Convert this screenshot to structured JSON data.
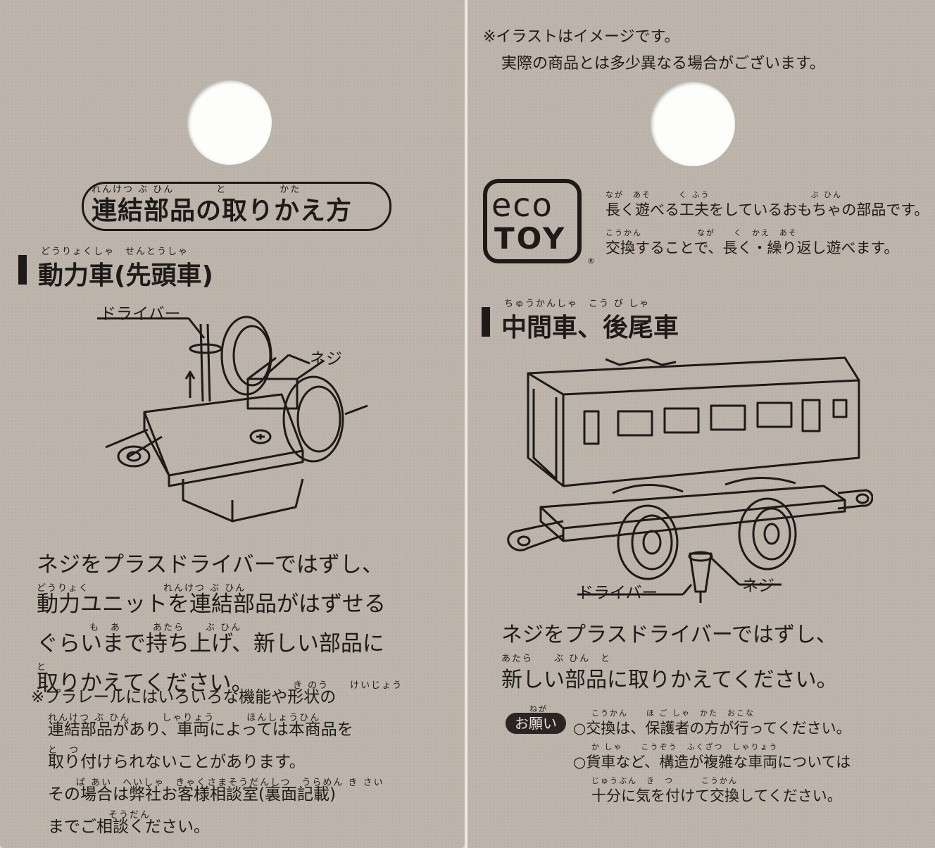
{
  "left": {
    "title_ruby": "れんけつ ぶ ひん　　　　と　　　　　かた",
    "title": "連結部品の取りかえ方",
    "section_ruby": "どうりょくしゃ　せんとうしゃ",
    "section_title": "動力車(先頭車)",
    "labels": {
      "driver": "ドライバー",
      "screw": "ネジ"
    },
    "body": [
      {
        "ruby": "",
        "text": "ネジをプラスドライバーではずし、"
      },
      {
        "ruby": "どうりょく　　　　　　　れんけつ ぶ ひん",
        "text": "動力ユニットを連結部品がはずせる"
      },
      {
        "ruby": "　　　　　も　あ　　　あたら　　ぶ ひん",
        "text": "ぐらいまで持ち上げ、新しい部品に"
      },
      {
        "ruby": "と",
        "text": "取りかえてください。"
      }
    ],
    "note": [
      {
        "ruby": "き のう　　けいじょう",
        "text": "※プラレールにはいろいろな機能や形状の"
      },
      {
        "ruby": "れんけつ ぶ ひん　　　しゃりょう　　　ほんしょうひん",
        "text": "連結部品があり、車両によっては本商品を"
      },
      {
        "ruby": "と　つ",
        "text": "取り付けられないことがあります。"
      },
      {
        "ruby": "ば あい　へいしゃ　きゃくさまそうだんしつ　うらめん き さい",
        "text": "その場合は弊社お客様相談室(裏面記載)"
      },
      {
        "ruby": "そうだん",
        "text": "までご相談ください。"
      }
    ]
  },
  "right": {
    "note_lines": [
      "※イラストはイメージです。",
      "実際の商品とは多少異なる場合がございます。"
    ],
    "eco_logo": {
      "line1": "eco",
      "line2": "TOY",
      "mark": "®"
    },
    "eco_text": [
      {
        "ruby": "なが　あそ　　　く ふう　　　　　　　　　　　ぶ ひん",
        "text": "長く遊べる工夫をしているおもちゃの部品です。"
      },
      {
        "ruby": "こうかん　　　　　　なが　　く　かえ　あそ",
        "text": "交換することで、長く・繰り返し遊べます。"
      }
    ],
    "section_ruby": "ちゅうかんしゃ　こう び しゃ",
    "section_title": "中間車、後尾車",
    "labels": {
      "driver": "ドライバー",
      "screw": "ネジ"
    },
    "body": [
      {
        "ruby": "",
        "text": "ネジをプラスドライバーではずし、"
      },
      {
        "ruby": "あたら　　ぶ ひん　と",
        "text": "新しい部品に取りかえてください。"
      }
    ],
    "onegai": {
      "ruby": "ねが",
      "label": "お願い"
    },
    "requests": [
      {
        "ruby": "こうかん　　ほ ご しゃ　かた　おこな",
        "text": "○交換は、保護者の方が行ってください。"
      },
      {
        "ruby": "か しゃ　　こうぞう　ふくざつ　しゃりょう",
        "text": "○貨車など、構造が複雑な車両については"
      },
      {
        "ruby": "じゅうぶん　き　つ　　　こうかん",
        "text": "十分に気を付けて交換してください。"
      }
    ]
  }
}
